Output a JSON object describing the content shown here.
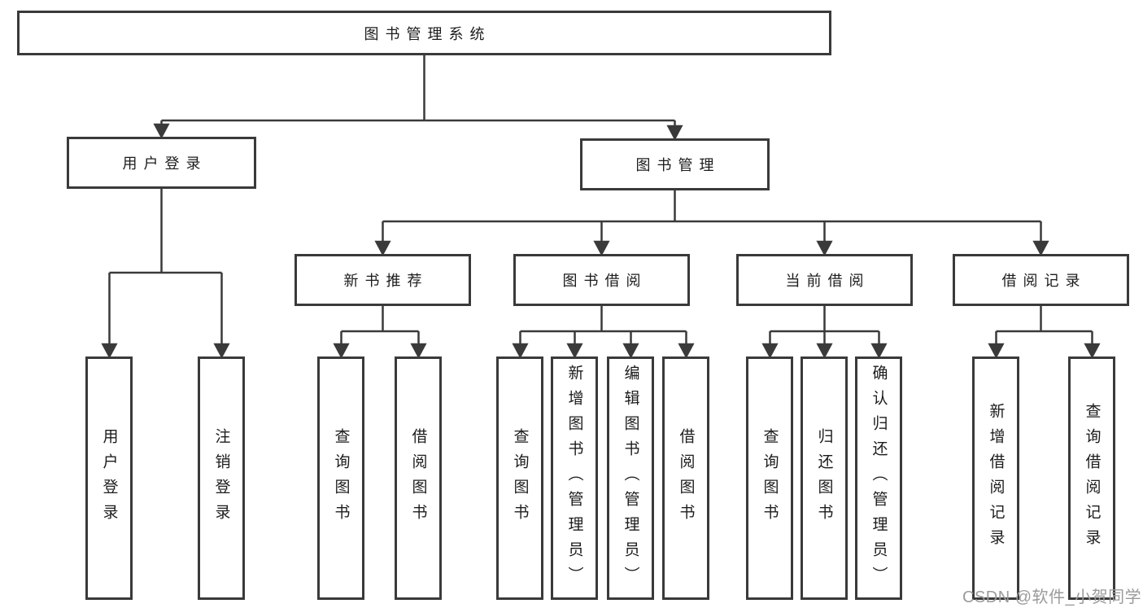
{
  "tree": {
    "root": {
      "label": "图书管理系统"
    },
    "branches": [
      {
        "label": "用户登录",
        "children": [
          {
            "label": "用户登录"
          },
          {
            "label": "注销登录"
          }
        ]
      },
      {
        "label": "图书管理",
        "children": [
          {
            "label": "新书推荐",
            "children": [
              {
                "label": "查询图书"
              },
              {
                "label": "借阅图书"
              }
            ]
          },
          {
            "label": "图书借阅",
            "children": [
              {
                "label": "查询图书"
              },
              {
                "label": "新增图书（管理员）"
              },
              {
                "label": "编辑图书（管理员）"
              },
              {
                "label": "借阅图书"
              }
            ]
          },
          {
            "label": "当前借阅",
            "children": [
              {
                "label": "查询图书"
              },
              {
                "label": "归还图书"
              },
              {
                "label": "确认归还（管理员）"
              }
            ]
          },
          {
            "label": "借阅记录",
            "children": [
              {
                "label": "新增借阅记录"
              },
              {
                "label": "查询借阅记录"
              }
            ]
          }
        ]
      }
    ]
  },
  "watermark": {
    "text": "CSDN @软件_小贺同学"
  },
  "colors": {
    "line": "#3a3a3a",
    "text": "#1c1c1c",
    "watermark": "#9b9b9b",
    "background": "#ffffff"
  }
}
